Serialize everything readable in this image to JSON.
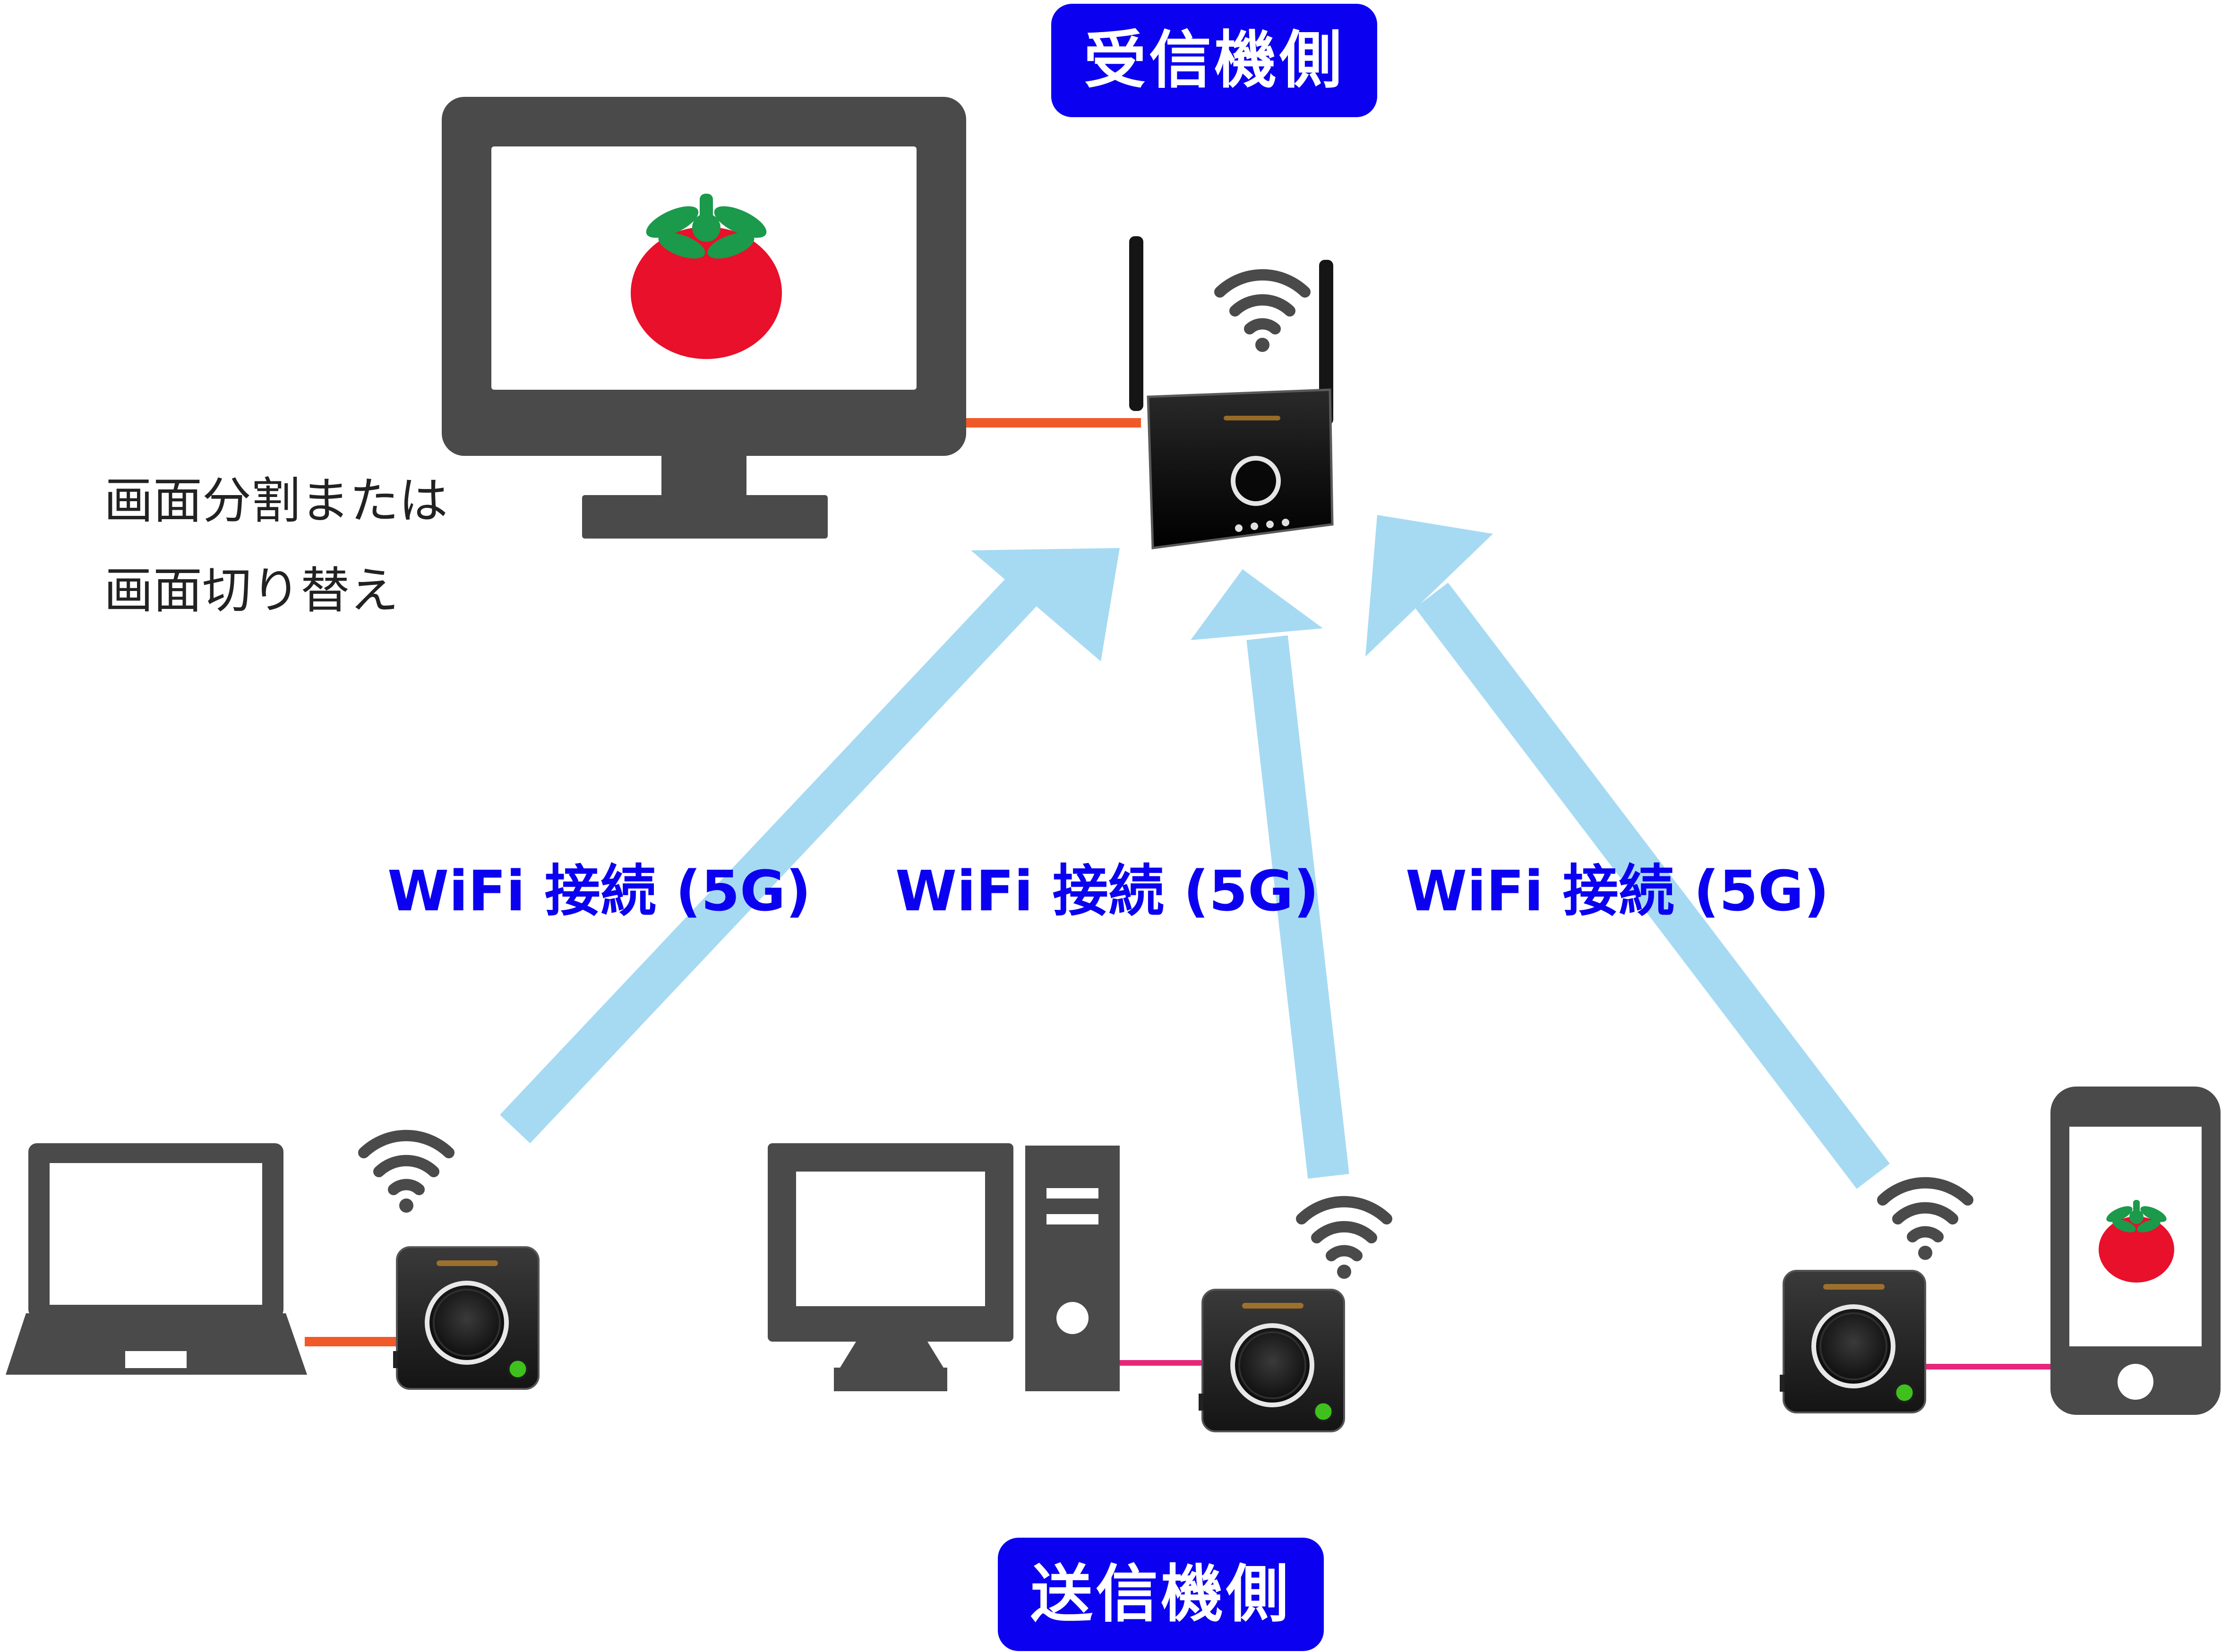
{
  "receiver_label": "受信機側",
  "sender_label": "送信機側",
  "connections": [
    {
      "label": "WiFi 接続 (5G)"
    },
    {
      "label": "WiFi 接続 (5G)"
    },
    {
      "label": "WiFi 接続 (5G)"
    }
  ],
  "display_note": {
    "line1": "画面分割または",
    "line2": "画面切り替え"
  },
  "colors": {
    "badge": "#0b00f0",
    "label_text": "#0b00f0",
    "arrow": "#a6daf3",
    "device_gray": "#4a4a4a",
    "hdmi_cable": "#f05a28",
    "usb_c_cable": "#e6267a",
    "tomato": "#e8102a",
    "tomato_leaf": "#1a9a4a",
    "led_green": "#3fc01c"
  },
  "icons": [
    "monitor-icon",
    "tomato-icon",
    "router-icon",
    "wifi-icon",
    "laptop-icon",
    "desktop-pc-icon",
    "smartphone-icon",
    "transmitter-icon"
  ]
}
